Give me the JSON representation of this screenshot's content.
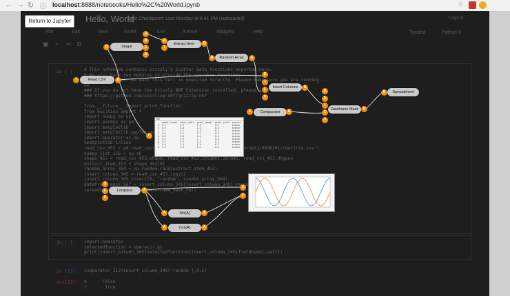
{
  "browser": {
    "url_host": "localhost",
    "url_rest": ":8888/notebooks/Hello%2C%20World.ipynb",
    "back_icon": "back-arrow-icon",
    "forward_icon": "forward-arrow-icon",
    "reload_icon": "reload-icon",
    "info_icon": "info-icon",
    "star_icon": "star-icon"
  },
  "overlay_button": {
    "label": "Return to Jupyter"
  },
  "jupyter": {
    "title": "Hello, World",
    "checkpoint": "Last Checkpoint: Last Monday at 6:41 PM (autosaved)",
    "logout": "Logout",
    "kernel": "Python 3",
    "trusted": "Trusted",
    "menu": [
      "File",
      "Edit",
      "View",
      "Insert",
      "Cell",
      "Kernel",
      "Widgets",
      "Help"
    ]
  },
  "cells": {
    "cell1_prompt": "In [ ]:",
    "cell1_lines": [
      "# This notebook contains Grizzly's Scatter Data functions exported here.",
      "# We also have two modules to provide the operator functions.",
      "# Check the docs. We want this cell is executed directly. Please make sure you are running...",
      "##",
      "### If you do not have the Grizzly NBF Extension installed, please visit",
      "### https://github.com/sterling-nbf/grizzly-nbf",
      "",
      "from __future__ import print_function",
      "from builtins import *",
      "import numpy as np",
      "import pandas as pd",
      "import matplotlib",
      "import matplotlib.pyplot as plt",
      "import operator as op",
      "%matplotlib inline",
      "read_csv_453 = pd.read_csv('https://gist.githubusercontent.com/netj/8836201/raw/iris.csv')",
      "numpy_list_156 = np.sh",
      "shape_453 = read_csv_453.shape, read_csv_453.columns.values, read_csv_453.dtypes",
      "extract_item_453 = shape_453[0]",
      "random_array_364 = np.random.rand(extract_item_453)",
      "insert_column_345 = read_csv_453.copy()",
      "insert_column_345.insert(0, 'random', random_array_364)",
      "dataframe_mask_567 = insert_column_345[insert_column_345['random'] < .5]",
      "spreadsheet_346 = print(dataframe_mask_567)"
    ],
    "cell2_prompt": "In [ ]:",
    "cell2_lines": [
      "import operator",
      "selectedfunction = operator.gt",
      "print(insert_column_345[selectedfunction(insert_column_345[fieldname],val)])"
    ],
    "cell3_prompt": "In [13]:",
    "cell3_lines": [
      "comparator_313(insert_column_345['random'],0.5)"
    ],
    "out_prompt": "Out[13]:",
    "out_lines": [
      "0      False",
      "1       True"
    ]
  },
  "graph": {
    "nodes": {
      "shape": "Shape",
      "extract_item": "Extract Item",
      "random_array": "Random Array",
      "read_csv": "Read CSV",
      "insert_columns": "Insert Columns",
      "spreadsheet": "Spreadsheet",
      "comparator": "Comparator",
      "dataframe_mask": "Dataframe Mask",
      "linspace": "Linspace",
      "sin": "Sin(A)",
      "cos": "Cos(A)"
    },
    "ports": {
      "shape_in": "D",
      "shape_out1": "S",
      "shape_out2": "N",
      "shape_out3": "C",
      "shape_out4": "D",
      "extract_in1": "A",
      "extract_in2": "I",
      "extract_out": "R",
      "random_in": "N",
      "random_out": "A",
      "readcsv_in": "I",
      "readcsv_out": "D",
      "insert_in1": "D",
      "insert_in2": "I",
      "insert_in3": "L",
      "insert_in4": "V",
      "insert_out": "D",
      "spreadsheet_in": "D",
      "comparator_in": "C",
      "comparator_out": "B",
      "mask_in1": "D",
      "mask_in2": "I",
      "mask_in3": "C",
      "mask_in4": "V",
      "mask_out": "D",
      "mask_extra": "D",
      "preview_table_out": "D",
      "linspace_in1": "S",
      "linspace_in2": "F",
      "linspace_in3": "C",
      "linspace_out": "A",
      "sin_in": "A",
      "sin_out": "A",
      "cos_in": "A",
      "cos_out": "A",
      "plot_in_x": "X",
      "plot_in_y": "Y"
    },
    "preview_table": {
      "title": "iris",
      "headers": [
        "sepal_length",
        "sepal_width",
        "petal_length",
        "petal_width",
        "species"
      ],
      "rows": [
        [
          "0",
          "5.1",
          "3.5",
          "1.4",
          "0.2",
          "setosa"
        ],
        [
          "1",
          "4.9",
          "3.0",
          "1.4",
          "0.2",
          "setosa"
        ],
        [
          "2",
          "4.7",
          "3.2",
          "1.3",
          "0.2",
          "setosa"
        ],
        [
          "3",
          "4.6",
          "3.1",
          "1.5",
          "0.2",
          "setosa"
        ],
        [
          "4",
          "5.0",
          "3.6",
          "1.4",
          "0.2",
          "setosa"
        ],
        [
          "5",
          "5.4",
          "3.9",
          "1.7",
          "0.4",
          "setosa"
        ],
        [
          "6",
          "4.6",
          "3.4",
          "1.4",
          "0.3",
          "setosa"
        ],
        [
          "7",
          "5.0",
          "3.4",
          "1.5",
          "0.2",
          "setosa"
        ],
        [
          "8",
          "4.4",
          "2.9",
          "1.4",
          "0.2",
          "setosa"
        ]
      ]
    }
  },
  "colors": {
    "port": "#f0900a",
    "node": "#c9c9c9",
    "wire": "#e8e8e8",
    "sin_line": "#e8843a",
    "cos_line": "#4a8fc6"
  }
}
